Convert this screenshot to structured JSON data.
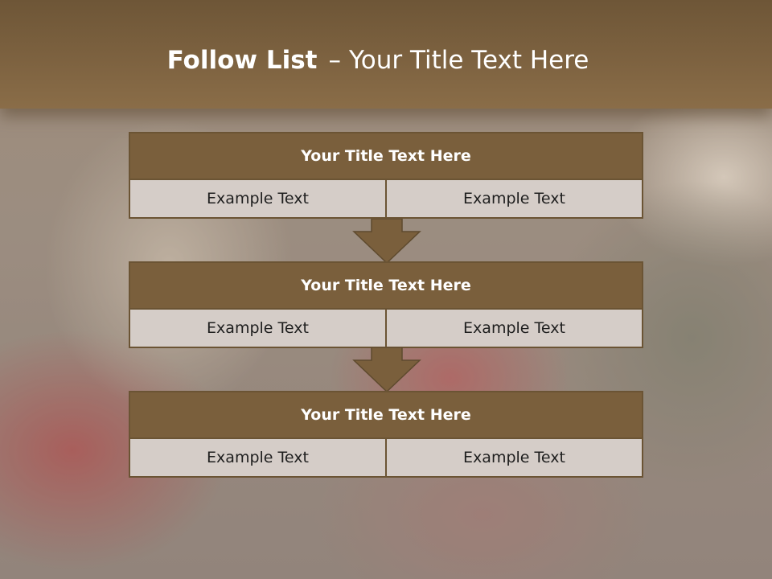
{
  "slide": {
    "title_bold": "Follow List",
    "title_dash": "–",
    "title_rest": "Your Title Text Here"
  },
  "blocks": [
    {
      "title": "Your Title Text Here",
      "left": "Example Text",
      "right": "Example Text"
    },
    {
      "title": "Your Title Text Here",
      "left": "Example Text",
      "right": "Example Text"
    },
    {
      "title": "Your Title Text Here",
      "left": "Example Text",
      "right": "Example Text"
    }
  ],
  "colors": {
    "header": "#7a6040",
    "block_title": "#7a5f3c",
    "block_cell": "#d5cdc8",
    "arrow": "#7a5f3c"
  },
  "icons": [
    "down-arrow-icon",
    "down-arrow-icon"
  ]
}
